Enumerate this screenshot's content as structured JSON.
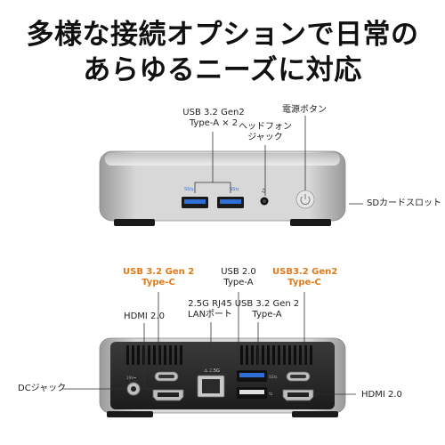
{
  "headline": {
    "line1": "多様な接続オプションで日常の",
    "line2": "あらゆるニーズに対応"
  },
  "front": {
    "usb_label_l1": "USB 3.2 Gen2",
    "usb_label_l2": "Type-A × 2",
    "headphone_l1": "ヘッドフォン",
    "headphone_l2": "ジャック",
    "power_label": "電源ボタン",
    "sd_label": "SDカードスロット"
  },
  "rear": {
    "usbc_left_l1": "USB 3.2 Gen 2",
    "usbc_left_l2": "Type-C",
    "usb20_l1": "USB 2.0",
    "usb20_l2": "Type-A",
    "usbc_right_l1": "USB3.2 Gen2",
    "usbc_right_l2": "Type-C",
    "lan_l1": "2.5G RJ45",
    "lan_l2": "LANポート",
    "usb32a_l1": "USB 3.2 Gen 2",
    "usb32a_l2": "Type-A",
    "hdmi_left": "HDMI 2.0",
    "hdmi_right": "HDMI 2.0",
    "dc_label": "DCジャック"
  },
  "colors": {
    "accent_orange": "#e07a1a",
    "usb_blue": "#2f6fd6"
  }
}
